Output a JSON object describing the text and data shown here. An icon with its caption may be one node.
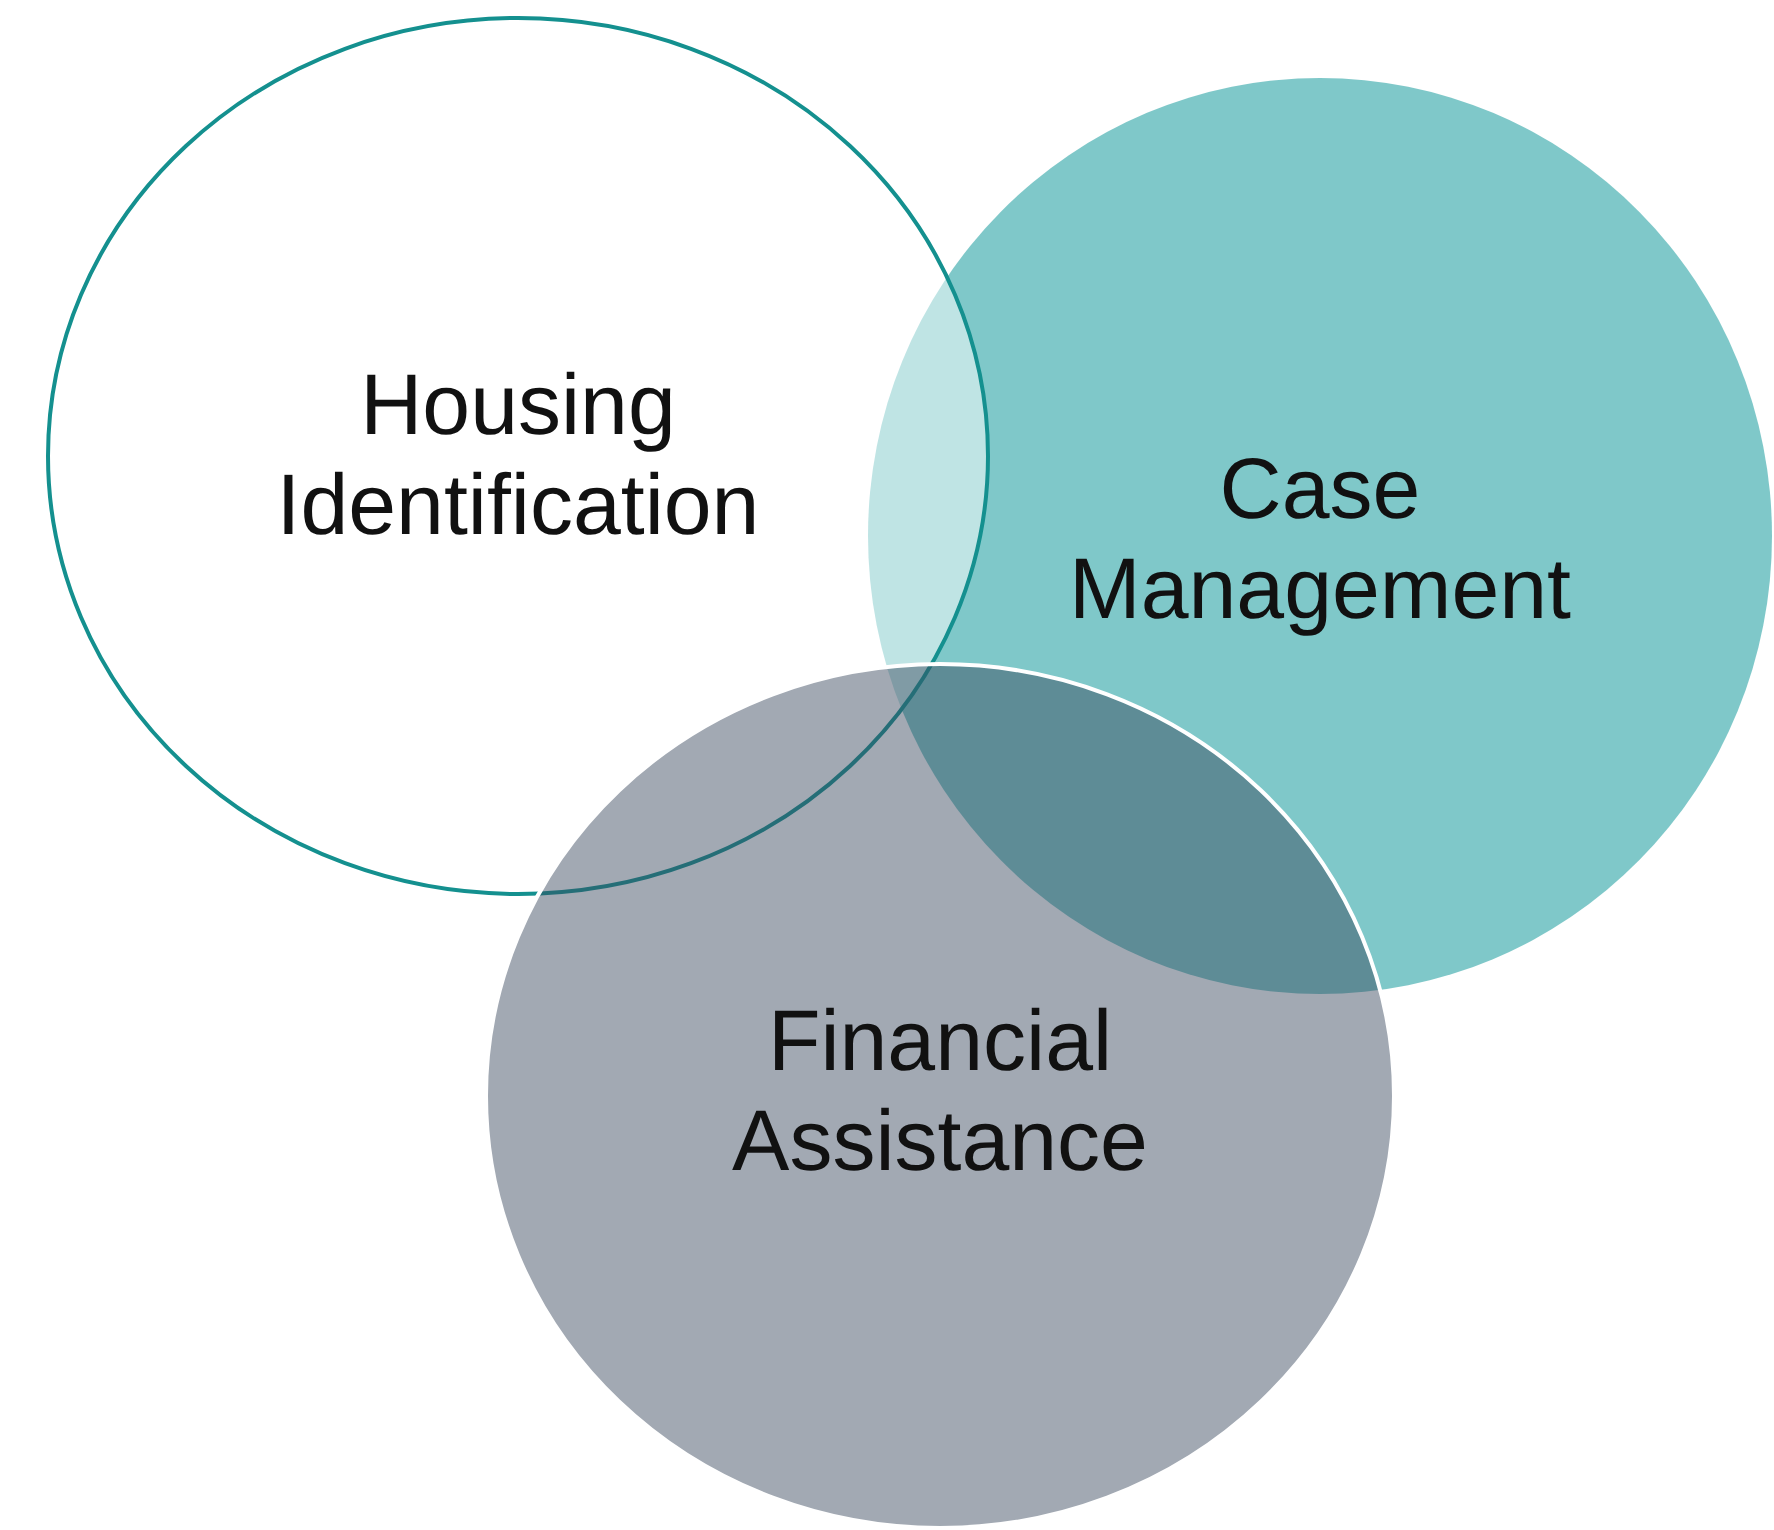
{
  "diagram": {
    "nodes": [
      {
        "text": [
          "Housing Identification"
        ]
      },
      {
        "text": [
          "Case Management"
        ]
      },
      {
        "text": [
          "Financial Assistance"
        ]
      }
    ]
  }
}
